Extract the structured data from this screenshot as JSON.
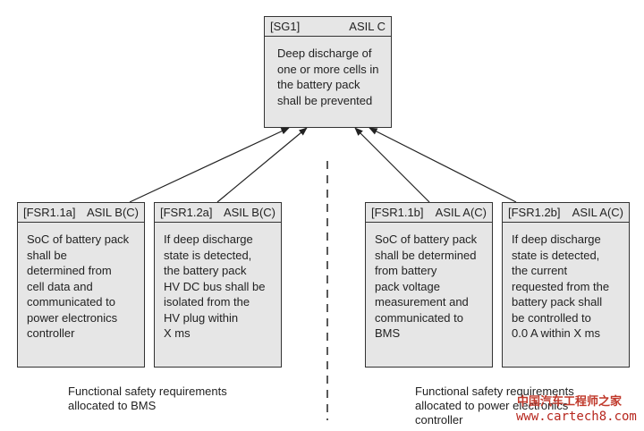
{
  "top": {
    "id": "[SG1]",
    "asil": "ASIL C",
    "text": "Deep discharge of one or more cells in the battery pack shall be prevented"
  },
  "boxes": [
    {
      "id": "[FSR1.1a]",
      "asil": "ASIL B(C)",
      "lines": [
        "SoC of battery pack",
        "shall be",
        "determined from",
        "cell data and",
        "communicated to",
        "power electronics",
        "controller"
      ]
    },
    {
      "id": "[FSR1.2a]",
      "asil": "ASIL B(C)",
      "lines": [
        "If deep discharge",
        "state is detected,",
        "the battery pack",
        "HV DC bus shall be",
        "isolated from the",
        "HV plug within",
        "X ms"
      ]
    },
    {
      "id": "[FSR1.1b]",
      "asil": "ASIL A(C)",
      "lines": [
        "SoC of battery pack",
        "shall be determined",
        "from battery",
        "pack voltage",
        "measurement and",
        "communicated to",
        "BMS"
      ]
    },
    {
      "id": "[FSR1.2b]",
      "asil": "ASIL A(C)",
      "lines": [
        "If deep discharge",
        "state is detected,",
        "the current",
        "requested from the",
        "battery pack shall",
        "be controlled to",
        "0.0 A within X ms"
      ]
    }
  ],
  "captions": {
    "left": [
      "Functional safety requirements",
      "allocated to BMS"
    ],
    "right": [
      "Functional safety requirements",
      "allocated to power electronics",
      "controller"
    ]
  },
  "watermark": {
    "cn": "中国汽车工程师之家",
    "url": "www.cartech8.com"
  }
}
